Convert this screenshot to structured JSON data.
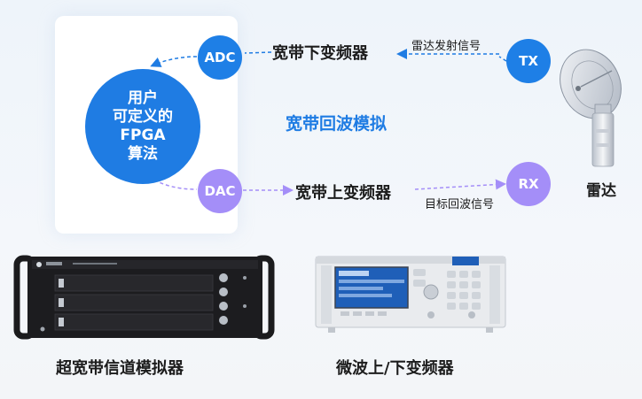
{
  "fpga": {
    "text": "用户\n可定义的\nFPGA\n算法"
  },
  "nodes": {
    "adc": "ADC",
    "dac": "DAC",
    "tx": "TX",
    "rx": "RX"
  },
  "labels": {
    "wideband_down": "宽带下变频器",
    "wideband_up": "宽带上变频器",
    "radar_tx_signal": "雷达发射信号",
    "target_echo_signal": "目标回波信号",
    "center_title": "宽带回波模拟",
    "radar": "雷达"
  },
  "devices": {
    "channel_simulator": "超宽带信道模拟器",
    "microwave_converter": "微波上/下变频器"
  },
  "colors": {
    "accent_blue": "#1f7ce3",
    "purple": "#a48ef8",
    "device_black": "#1b1b1d",
    "device_white": "#e9ebee"
  },
  "icons": [
    "satellite-dish-icon",
    "rack-device",
    "bench-instrument"
  ]
}
